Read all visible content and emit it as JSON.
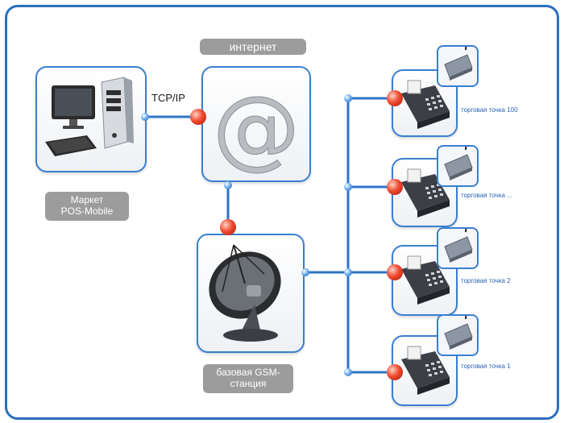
{
  "labels": {
    "internet": "интернет",
    "tcp": "TCP/IP",
    "market_line1": "Маркет",
    "market_line2": "POS-Mobile",
    "gsm_line1": "базовая GSM-",
    "gsm_line2": "станция"
  },
  "terminals": [
    {
      "label": "торговая точка 100"
    },
    {
      "label": "торговая точка ..."
    },
    {
      "label": "торговая точка 2"
    },
    {
      "label": "торговая точка 1"
    }
  ],
  "colors": {
    "frame": "#2a6fbf",
    "line": "#2f74c8",
    "node_red": "#f04a2f",
    "pill": "#9c9c9c",
    "terminal_text": "#2a62b5"
  }
}
